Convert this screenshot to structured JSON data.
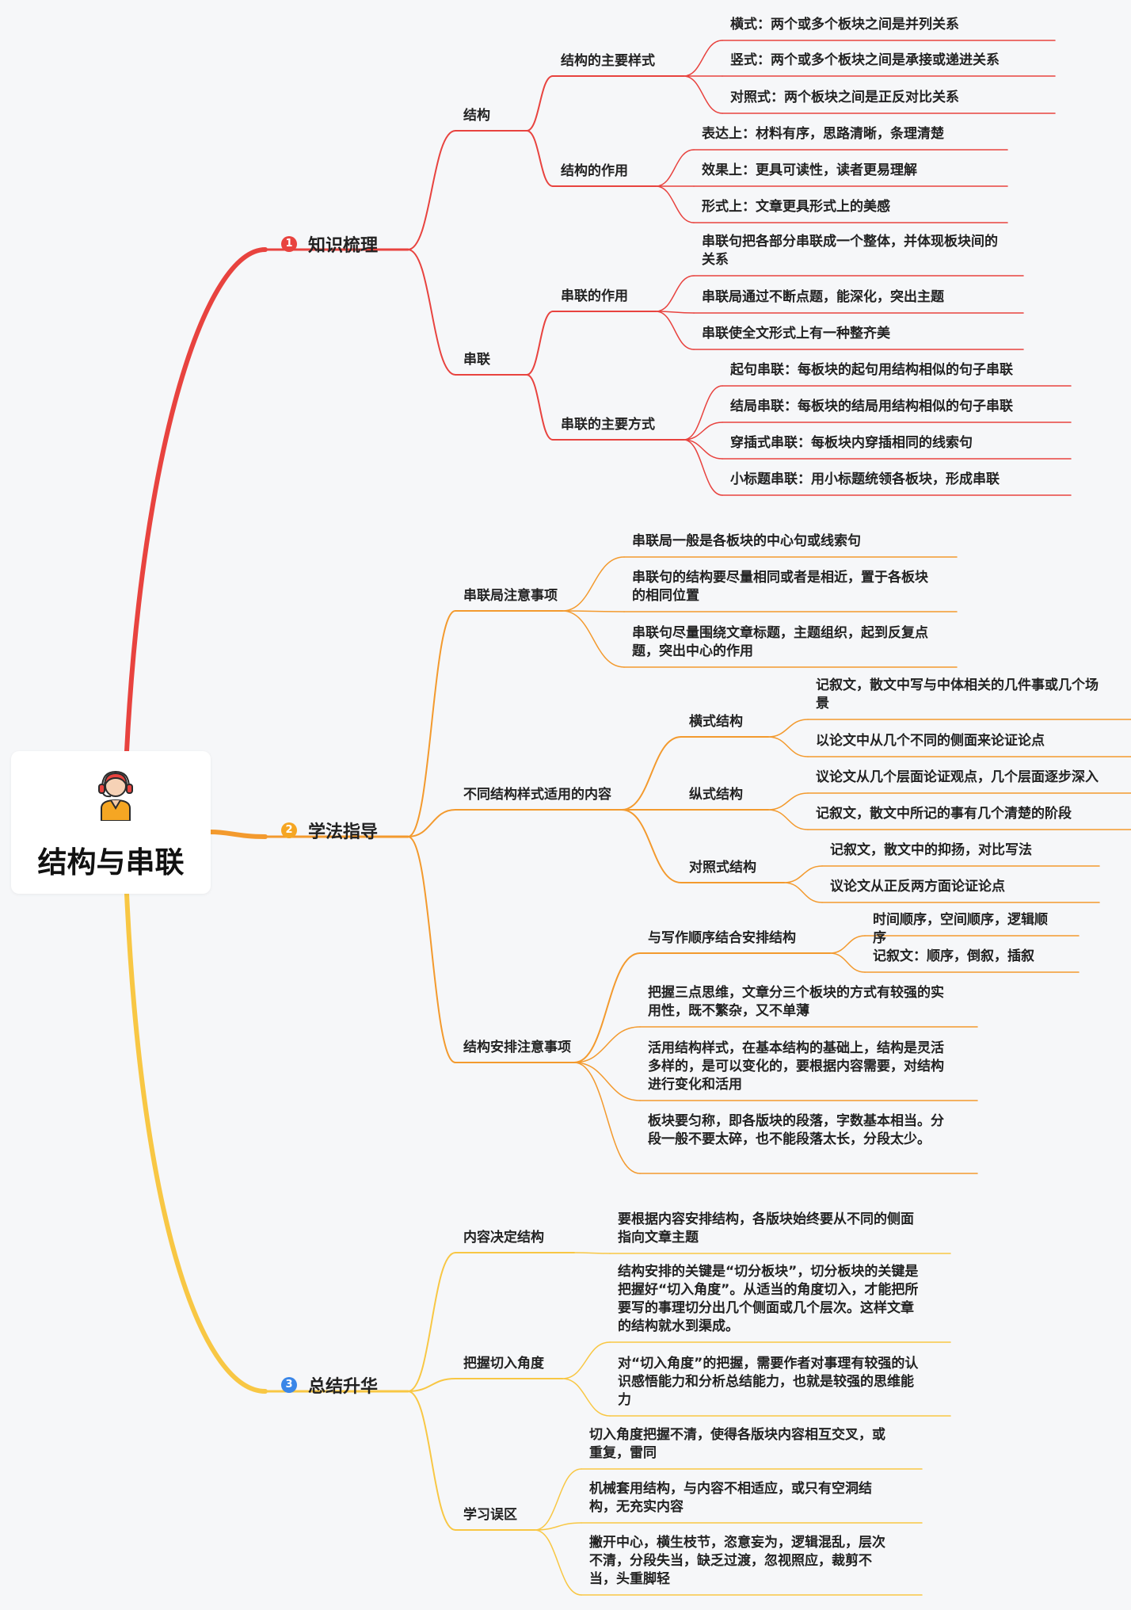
{
  "title": "结构与串联",
  "colors": {
    "red": "#e8433f",
    "orange": "#f39a2e",
    "yellow": "#f8c744",
    "num_red": "#e8433f",
    "num_orange": "#f5a623",
    "num_blue": "#3a86e8"
  },
  "sections": [
    {
      "num": "1",
      "label": "知识梳理",
      "children": [
        {
          "label": "结构",
          "children": [
            {
              "label": "结构的主要样式",
              "items": [
                "横式：两个或多个板块之间是并列关系",
                "竖式：两个或多个板块之间是承接或递进关系",
                "对照式：两个板块之间是正反对比关系"
              ]
            },
            {
              "label": "结构的作用",
              "items": [
                "表达上：材料有序，思路清晰，条理清楚",
                "效果上：更具可读性，读者更易理解",
                "形式上：文章更具形式上的美感"
              ]
            }
          ]
        },
        {
          "label": "串联",
          "children": [
            {
              "label": "串联的作用",
              "items": [
                "串联句把各部分串联成一个整体，并体现板块间的关系",
                "串联局通过不断点题，能深化，突出主题",
                "串联使全文形式上有一种整齐美"
              ]
            },
            {
              "label": "串联的主要方式",
              "items": [
                "起句串联：每板块的起句用结构相似的句子串联",
                "结局串联：每板块的结局用结构相似的句子串联",
                "穿插式串联：每板块内穿插相同的线索句",
                "小标题串联：用小标题统领各板块，形成串联"
              ]
            }
          ]
        }
      ]
    },
    {
      "num": "2",
      "label": "学法指导",
      "children": [
        {
          "label": "串联局注意事项",
          "items": [
            "串联局一般是各板块的中心句或线索句",
            "串联句的结构要尽量相同或者是相近，置于各板块的相同位置",
            "串联句尽量围绕文章标题，主题组织，起到反复点题，突出中心的作用"
          ]
        },
        {
          "label": "不同结构样式适用的内容",
          "children": [
            {
              "label": "横式结构",
              "items": [
                "记叙文，散文中写与中体相关的几件事或几个场景",
                "以论文中从几个不同的侧面来论证论点"
              ]
            },
            {
              "label": "纵式结构",
              "items": [
                "议论文从几个层面论证观点，几个层面逐步深入",
                "记叙文，散文中所记的事有几个清楚的阶段"
              ]
            },
            {
              "label": "对照式结构",
              "items": [
                "记叙文，散文中的抑扬，对比写法",
                "议论文从正反两方面论证论点"
              ]
            }
          ]
        },
        {
          "label": "结构安排注意事项",
          "children": [
            {
              "label": "与写作顺序结合安排结构",
              "items": [
                "时间顺序，空间顺序，逻辑顺序",
                "记叙文：顺序，倒叙，插叙"
              ]
            }
          ],
          "items": [
            "把握三点思维，文章分三个板块的方式有较强的实用性，既不繁杂，又不单薄",
            "活用结构样式，在基本结构的基础上，结构是灵活多样的，是可以变化的，要根据内容需要，对结构进行变化和活用",
            "板块要匀称，即各版块的段落，字数基本相当。分段一般不要太碎，也不能段落太长，分段太少。"
          ]
        }
      ]
    },
    {
      "num": "3",
      "label": "总结升华",
      "children": [
        {
          "label": "内容决定结构",
          "items": [
            "要根据内容安排结构，各版块始终要从不同的侧面指向文章主题"
          ]
        },
        {
          "label": "把握切入角度",
          "items": [
            "结构安排的关键是“切分板块”，切分板块的关键是把握好“切入角度”。从适当的角度切入，才能把所要写的事理切分出几个侧面或几个层次。这样文章的结构就水到渠成。",
            "对“切入角度”的把握，需要作者对事理有较强的认识感悟能力和分析总结能力，也就是较强的思维能力"
          ]
        },
        {
          "label": "学习误区",
          "items": [
            "切入角度把握不清，使得各版块内容相互交叉，或重复，雷同",
            "机械套用结构，与内容不相适应，或只有空洞结构，无充实内容",
            "撇开中心，横生枝节，恣意妄为，逻辑混乱，层次不清，分段失当，缺乏过渡，忽视照应，裁剪不当，头重脚轻"
          ]
        }
      ]
    }
  ]
}
